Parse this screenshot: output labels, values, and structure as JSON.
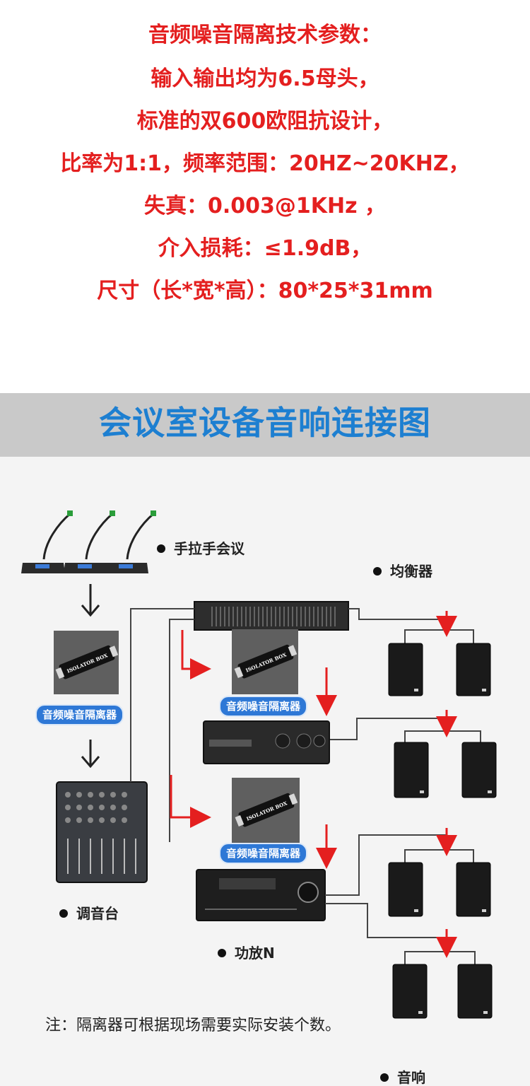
{
  "specs": {
    "lines": [
      "音频噪音隔离技术参数：",
      "输入输出均为6.5母头，",
      "标准的双600欧阻抗设计，",
      "比率为1:1，频率范围：20HZ~20KHZ，",
      "失真：0.003@1KHz ，",
      "介入损耗：≤1.9dB，",
      "尺寸（长*宽*高）：80*25*31mm"
    ]
  },
  "banner": {
    "title": "会议室设备音响连接图"
  },
  "diagram": {
    "labels": {
      "conference": "手拉手会议",
      "equalizer": "均衡器",
      "mixer": "调音台",
      "amplifier": "功放N",
      "speaker": "音响"
    },
    "isolator_label": "音频噪音隔离器",
    "isolator_box_text": "ISOLATOR BOX",
    "note": "注：隔离器可根据现场需要实际安装个数。",
    "colors": {
      "arrow_red": "#e41f1f",
      "pill_blue": "#2e78d6",
      "title_blue": "#1d7fd1"
    }
  }
}
